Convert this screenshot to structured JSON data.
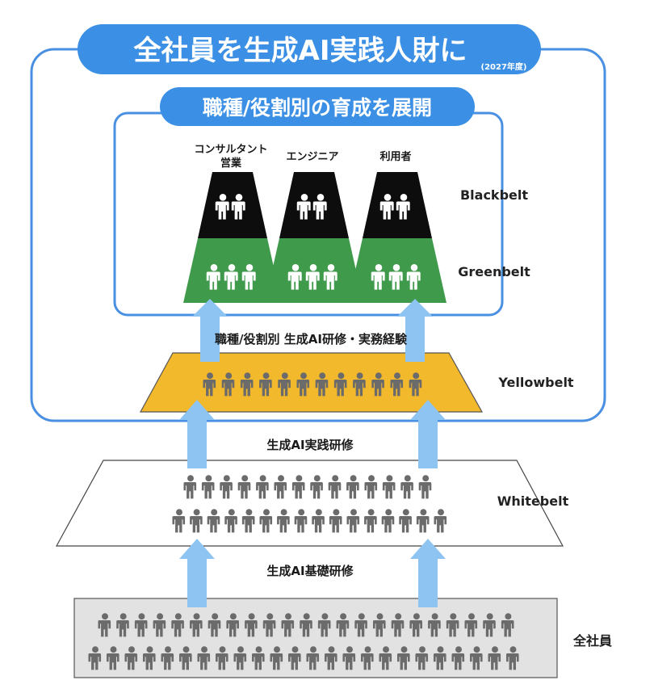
{
  "header": {
    "title": "全社員を生成AI実践人財に",
    "year": "(2027年度)"
  },
  "subheader": {
    "title": "職種/役割別の育成を展開"
  },
  "roles": {
    "consultant_line1": "コンサルタント",
    "consultant_line2": "営業",
    "engineer": "エンジニア",
    "user": "利用者"
  },
  "belts": {
    "black": "Blackbelt",
    "green": "Greenbelt",
    "yellow": "Yellowbelt",
    "white": "Whitebelt",
    "all": "全社員"
  },
  "trainings": {
    "role_training": "職種/役割別  生成AI研修・実務経験",
    "practice": "生成AI実践研修",
    "basic": "生成AI基礎研修"
  },
  "colors": {
    "outline_blue": "#4a90e2",
    "pill_blue": "#3b8fe4",
    "arrow_blue": "#8ec4f2",
    "black_belt": "#0d0d0d",
    "green_belt": "#3f9a4c",
    "yellow_belt": "#f3b92d",
    "white_belt": "#ffffff",
    "base_gray": "#e2e2e2",
    "person_gray": "#6b6b6b",
    "person_white": "#ffffff"
  }
}
